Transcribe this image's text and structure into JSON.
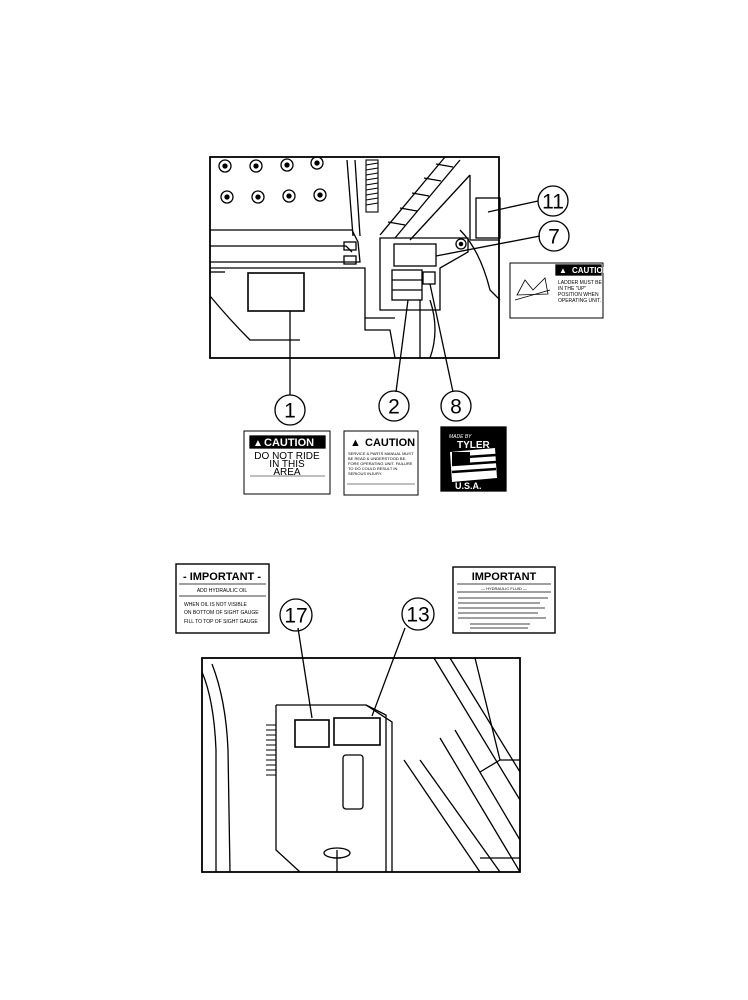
{
  "callouts": {
    "c1": "1",
    "c2": "2",
    "c7": "7",
    "c8": "8",
    "c11": "11",
    "c13": "13",
    "c17": "17"
  },
  "decal_1": {
    "header": "CAUTION",
    "lines": [
      "DO NOT RIDE",
      "IN THIS",
      "AREA"
    ],
    "part_no": ""
  },
  "decal_2": {
    "header": "CAUTION",
    "lines": [
      "SERVICE & PARTS MANUAL MUST",
      "BE READ & UNDERSTOOD BE-",
      "FORE OPERATING UNIT. FAILURE",
      "TO DO COULD RESULT IN",
      "SERIOUS INJURY."
    ]
  },
  "decal_8": {
    "top": "MADE BY",
    "brand": "TYLER",
    "bottom": "U.S.A."
  },
  "decal_11": {
    "header": "CAUTION",
    "lines": [
      "LADDER MUST BE",
      "IN THE \"UP\"",
      "POSITION WHEN",
      "OPERATING UNIT."
    ]
  },
  "decal_17": {
    "header": "- IMPORTANT -",
    "title": "ADD HYDRAULIC OIL",
    "lines": [
      "WHEN OIL IS NOT VISIBLE",
      "ON BOTTOM OF SIGHT GAUGE",
      "FILL TO TOP OF SIGHT GAUGE"
    ]
  },
  "decal_13": {
    "header": "IMPORTANT",
    "title": "— HYDRAULIC FLUID —"
  }
}
